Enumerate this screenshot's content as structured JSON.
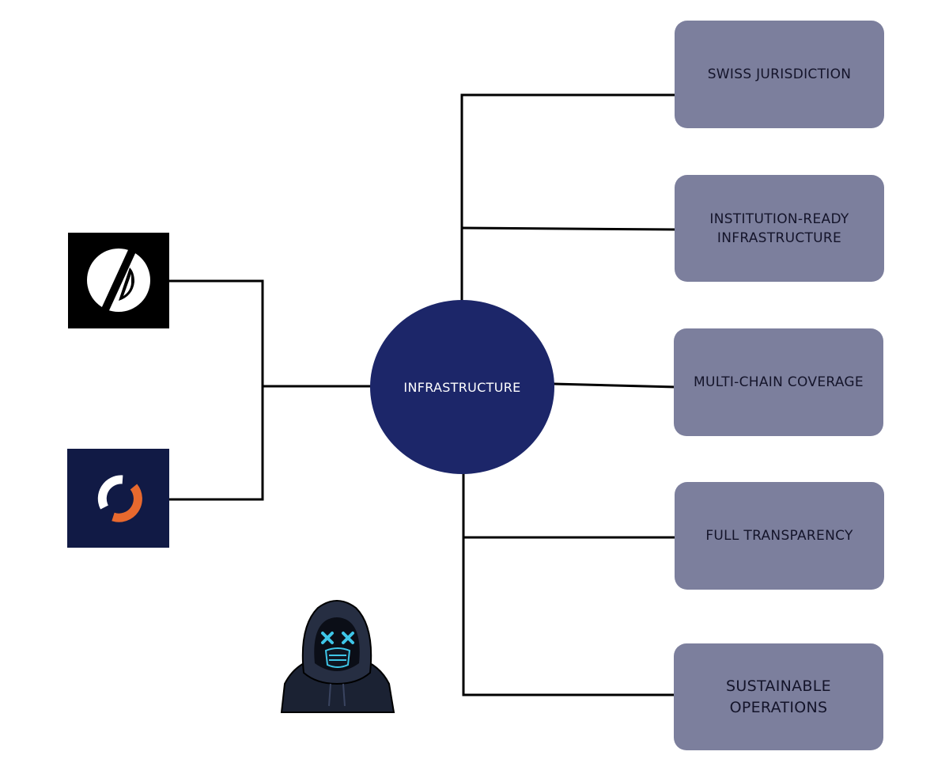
{
  "hub": {
    "label": "INFRASTRUCTURE"
  },
  "features": [
    {
      "label": "SWISS JURISDICTION"
    },
    {
      "label": "INSTITUTION-READY\nINFRASTRUCTURE"
    },
    {
      "label": "MULTI-CHAIN COVERAGE"
    },
    {
      "label": "FULL TRANSPARENCY"
    },
    {
      "label": "SUSTAINABLE\nOPERATIONS"
    }
  ],
  "icons": {
    "logo_one": "slashed-circle-logo-icon",
    "logo_two": "refresh-ring-logo-icon",
    "mascot": "hooded-hacker-icon"
  },
  "colors": {
    "hub": "#1c2669",
    "feature_box": "#7c7f9d",
    "logo_two_bg": "#111a45",
    "logo_two_accent": "#e8692e",
    "mascot_eyes": "#3ec6e8"
  }
}
